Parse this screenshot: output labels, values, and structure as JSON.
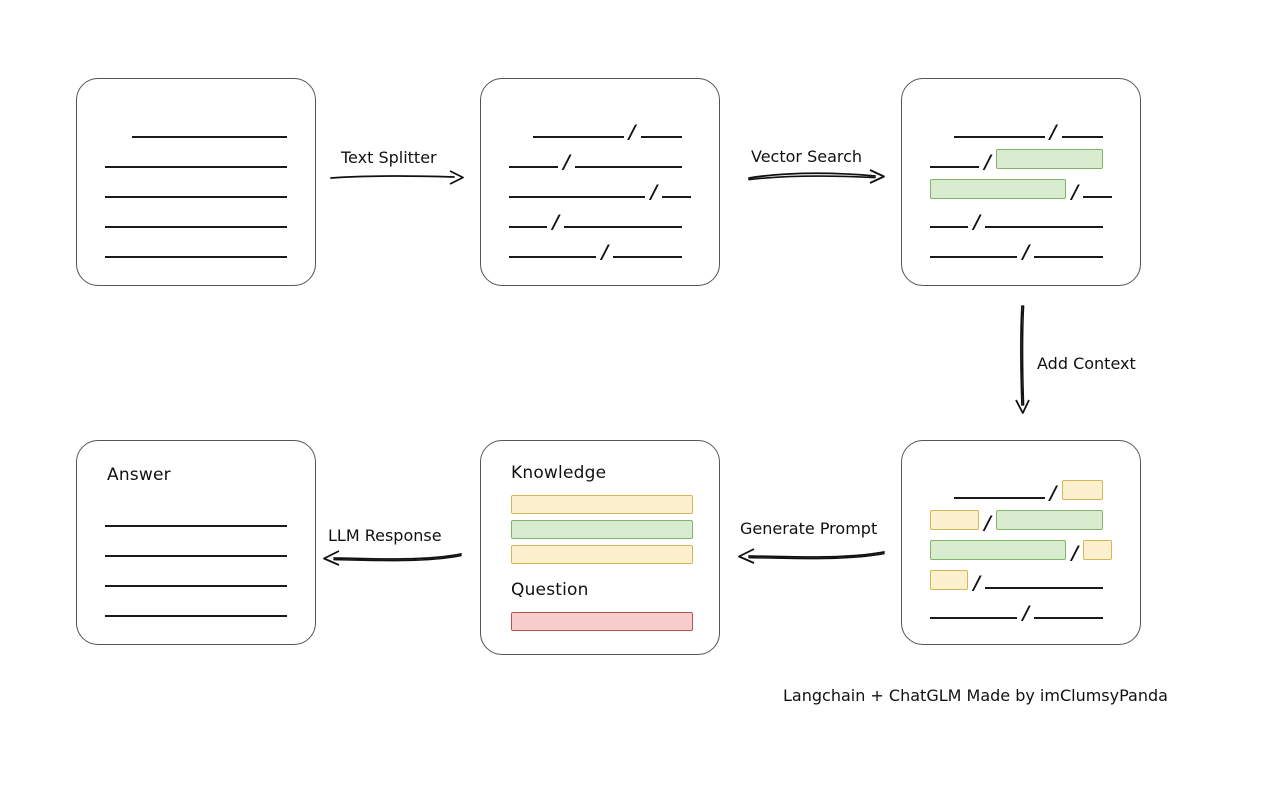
{
  "diagram": {
    "footer": "Langchain + ChatGLM Made by imClumsyPanda",
    "boxes": {
      "source_document": {
        "name": "source-document",
        "title": "",
        "lines": [
          {
            "segments": [
              {
                "type": "blank",
                "w": 15
              },
              {
                "type": "rule",
                "w": 85
              }
            ]
          },
          {
            "segments": [
              {
                "type": "rule",
                "w": 100
              }
            ]
          },
          {
            "segments": [
              {
                "type": "rule",
                "w": 100
              }
            ]
          },
          {
            "segments": [
              {
                "type": "rule",
                "w": 100
              }
            ]
          },
          {
            "segments": [
              {
                "type": "rule",
                "w": 100
              }
            ]
          }
        ]
      },
      "split_document": {
        "name": "split-document",
        "title": "",
        "lines": [
          {
            "segments": [
              {
                "type": "blank",
                "w": 13
              },
              {
                "type": "rule",
                "w": 50
              },
              {
                "type": "slash"
              },
              {
                "type": "rule",
                "w": 23
              }
            ]
          },
          {
            "segments": [
              {
                "type": "rule",
                "w": 27
              },
              {
                "type": "slash"
              },
              {
                "type": "rule",
                "w": 59
              }
            ]
          },
          {
            "segments": [
              {
                "type": "rule",
                "w": 76
              },
              {
                "type": "slash"
              },
              {
                "type": "rule",
                "w": 16
              }
            ]
          },
          {
            "segments": [
              {
                "type": "rule",
                "w": 21
              },
              {
                "type": "slash"
              },
              {
                "type": "rule",
                "w": 65
              }
            ]
          },
          {
            "segments": [
              {
                "type": "rule",
                "w": 48
              },
              {
                "type": "slash"
              },
              {
                "type": "rule",
                "w": 38
              }
            ]
          }
        ]
      },
      "matched_document": {
        "name": "matched-document",
        "title": "",
        "lines": [
          {
            "segments": [
              {
                "type": "blank",
                "w": 13
              },
              {
                "type": "rule",
                "w": 50
              },
              {
                "type": "slash"
              },
              {
                "type": "rule",
                "w": 23
              }
            ]
          },
          {
            "segments": [
              {
                "type": "rule",
                "w": 27
              },
              {
                "type": "slash"
              },
              {
                "type": "chip",
                "color": "green",
                "w": 59
              }
            ]
          },
          {
            "segments": [
              {
                "type": "chip",
                "color": "green",
                "w": 76
              },
              {
                "type": "slash"
              },
              {
                "type": "rule",
                "w": 16
              }
            ]
          },
          {
            "segments": [
              {
                "type": "rule",
                "w": 21
              },
              {
                "type": "slash"
              },
              {
                "type": "rule",
                "w": 65
              }
            ]
          },
          {
            "segments": [
              {
                "type": "rule",
                "w": 48
              },
              {
                "type": "slash"
              },
              {
                "type": "rule",
                "w": 38
              }
            ]
          }
        ]
      },
      "context_document": {
        "name": "context-document",
        "title": "",
        "lines": [
          {
            "segments": [
              {
                "type": "blank",
                "w": 13
              },
              {
                "type": "rule",
                "w": 50
              },
              {
                "type": "slash"
              },
              {
                "type": "chip",
                "color": "yellow",
                "w": 23
              }
            ]
          },
          {
            "segments": [
              {
                "type": "chip",
                "color": "yellow",
                "w": 27
              },
              {
                "type": "slash"
              },
              {
                "type": "chip",
                "color": "green",
                "w": 59
              }
            ]
          },
          {
            "segments": [
              {
                "type": "chip",
                "color": "green",
                "w": 76
              },
              {
                "type": "slash"
              },
              {
                "type": "chip",
                "color": "yellow",
                "w": 16
              }
            ]
          },
          {
            "segments": [
              {
                "type": "chip",
                "color": "yellow",
                "w": 21
              },
              {
                "type": "slash"
              },
              {
                "type": "rule",
                "w": 65
              }
            ]
          },
          {
            "segments": [
              {
                "type": "rule",
                "w": 48
              },
              {
                "type": "slash"
              },
              {
                "type": "rule",
                "w": 38
              }
            ]
          }
        ]
      },
      "prompt": {
        "name": "prompt-card",
        "knowledge_label": "Knowledge",
        "question_label": "Question",
        "knowledge_bars": [
          {
            "color": "yellow",
            "w": 100
          },
          {
            "color": "green",
            "w": 100
          },
          {
            "color": "yellow",
            "w": 100
          }
        ],
        "question_bars": [
          {
            "color": "red",
            "w": 100
          }
        ]
      },
      "answer": {
        "name": "answer-card",
        "title": "Answer",
        "lines": [
          {
            "segments": [
              {
                "type": "rule",
                "w": 100
              }
            ]
          },
          {
            "segments": [
              {
                "type": "rule",
                "w": 100
              }
            ]
          },
          {
            "segments": [
              {
                "type": "rule",
                "w": 100
              }
            ]
          },
          {
            "segments": [
              {
                "type": "rule",
                "w": 100
              }
            ]
          }
        ]
      }
    },
    "arrows": [
      {
        "name": "arrow-text-splitter",
        "label": "Text Splitter"
      },
      {
        "name": "arrow-vector-search",
        "label": "Vector Search"
      },
      {
        "name": "arrow-add-context",
        "label": "Add Context"
      },
      {
        "name": "arrow-generate-prompt",
        "label": "Generate Prompt"
      },
      {
        "name": "arrow-llm-response",
        "label": "LLM Response"
      }
    ],
    "colors": {
      "green_fill": "#d8ecd0",
      "green_stroke": "#82b366",
      "yellow_fill": "#fdf0cf",
      "yellow_stroke": "#d6b656",
      "red_fill": "#f8cecc",
      "red_stroke": "#b85450",
      "box_stroke": "#555555",
      "ink": "#1a1a1a"
    }
  }
}
